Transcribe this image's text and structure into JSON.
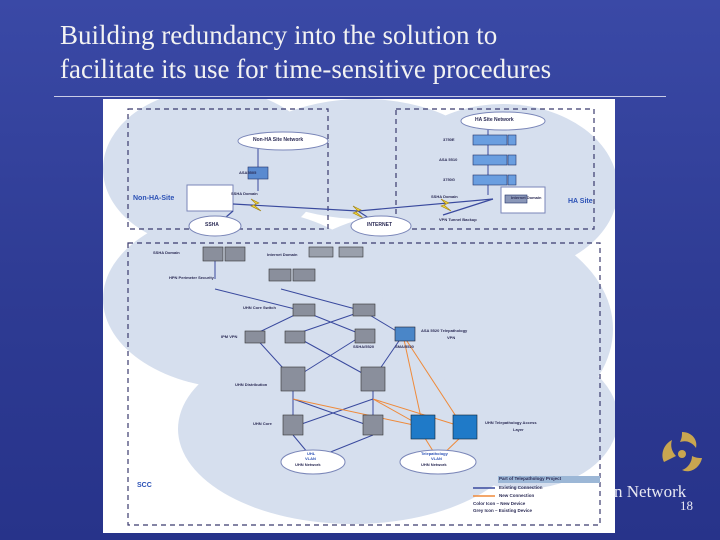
{
  "slide": {
    "title_line1": "Building redundancy into the solution to",
    "title_line2": "facilitate its use for time-sensitive procedures",
    "footer_text": "n Network",
    "page_number": "18"
  },
  "diagram": {
    "labels": {
      "non_ha_site_network": "Non-HA Site Network",
      "non_ha_site": "Non-HA-Site",
      "asa5505": "ASA5505",
      "ssha_domain": "SSHA Domain",
      "ha_site_network": "HA Site Network",
      "sw_3750e": "3750E",
      "asa_5510": "ASA 5510",
      "sw_3750g": "3750G",
      "ssha_domain_right": "SSHA Domain",
      "internet_domain_right": "Internet Domain",
      "ha_site": "HA Site",
      "vpn_tunnel_backup": "VPN Tunnel Backup",
      "ssha_cloud": "SSHA",
      "internet_cloud": "INTERNET",
      "ssha_domain_scc": "SSHA Domain",
      "internet_domain_scc": "Internet Domain",
      "hpn_perimeter_security": "HPN Perimeter Security",
      "uhn_core_switch": "UHN Core Switch",
      "asa_5520_telepathology": "ASA 5520 Telepathology",
      "vpn_label": "VPN",
      "ipm_vpn": "IPM VPN",
      "ssha_5520": "SSHA/5520",
      "sma_5520": "SMA/5520",
      "uhn_distribution": "UHN Distribution",
      "uhn_core": "UHN Core",
      "telepathology_access": "UHN Telepathology Access",
      "layer": "Layer",
      "vlan_left_1": "UHL",
      "vlan_left_2": "VLAN",
      "uhn_network_left": "UHN Network",
      "vlan_right_1": "Telepathology",
      "vlan_right_2": "VLAN",
      "uhn_network_right": "UHN Network",
      "scc": "SCC"
    },
    "legend": [
      {
        "label": "Part of Telepathology Project",
        "color": "#9cb7d6",
        "style": "band"
      },
      {
        "label": "Existing Connection",
        "color": "#3a4a9e",
        "style": "line"
      },
      {
        "label": "New Connection",
        "color": "#ef8a3a",
        "style": "line"
      },
      {
        "label": "Color Icon – New Device",
        "color": "",
        "style": "text"
      },
      {
        "label": "Grey Icon – Existing Device",
        "color": "",
        "style": "text"
      }
    ]
  }
}
